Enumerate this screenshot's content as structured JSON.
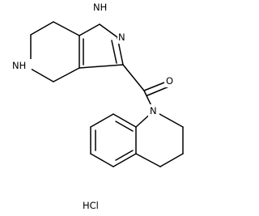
{
  "molecule": {
    "atom_labels": {
      "nh_pyrazole": "NH",
      "n_pyrazole": "N",
      "nh_piperidine": "NH",
      "o_carbonyl": "O",
      "n_quinoline": "N"
    },
    "salt": "HCl"
  }
}
